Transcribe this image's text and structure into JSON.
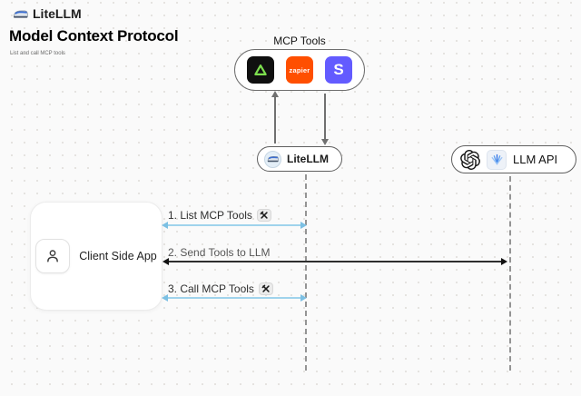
{
  "header": {
    "brand": "LiteLLM",
    "title": "Model Context Protocol",
    "subtitle": "List and call MCP tools"
  },
  "mcp_group": {
    "label": "MCP Tools",
    "tools": [
      {
        "name": "green-triangle-tool"
      },
      {
        "name": "zapier",
        "label": "zapier"
      },
      {
        "name": "stripe",
        "label": "S"
      }
    ]
  },
  "nodes": {
    "litellm": {
      "label": "LiteLLM"
    },
    "llm_api": {
      "label": "LLM API"
    },
    "client": {
      "label": "Client Side App"
    }
  },
  "arrows": [
    {
      "label": "1. List MCP Tools",
      "tool_icon": true,
      "color": "#9fd3ec"
    },
    {
      "label": "2. Send Tools to LLM",
      "tool_icon": false,
      "color": "#2e2e2e"
    },
    {
      "label": "3. Call MCP Tools",
      "tool_icon": true,
      "color": "#9fd3ec"
    }
  ],
  "colors": {
    "background": "#fafafa",
    "zapier": "#ff4f00",
    "stripe": "#635bff",
    "blue_arrow": "#9fd3ec",
    "dark_arrow": "#2e2e2e",
    "lifeline": "#949494"
  }
}
